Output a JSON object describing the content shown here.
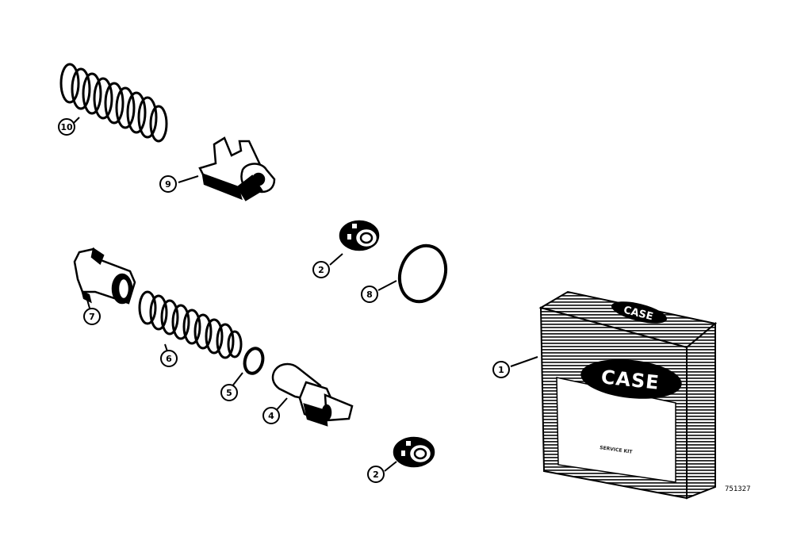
{
  "callouts": {
    "c1": "1",
    "c2a": "2",
    "c2b": "2",
    "c4": "4",
    "c5": "5",
    "c6": "6",
    "c7": "7",
    "c8": "8",
    "c9": "9",
    "c10": "10"
  },
  "box": {
    "brand_top": "CASE",
    "brand": "CASE",
    "label": "SERVICE KIT"
  },
  "figure_number": "751327"
}
